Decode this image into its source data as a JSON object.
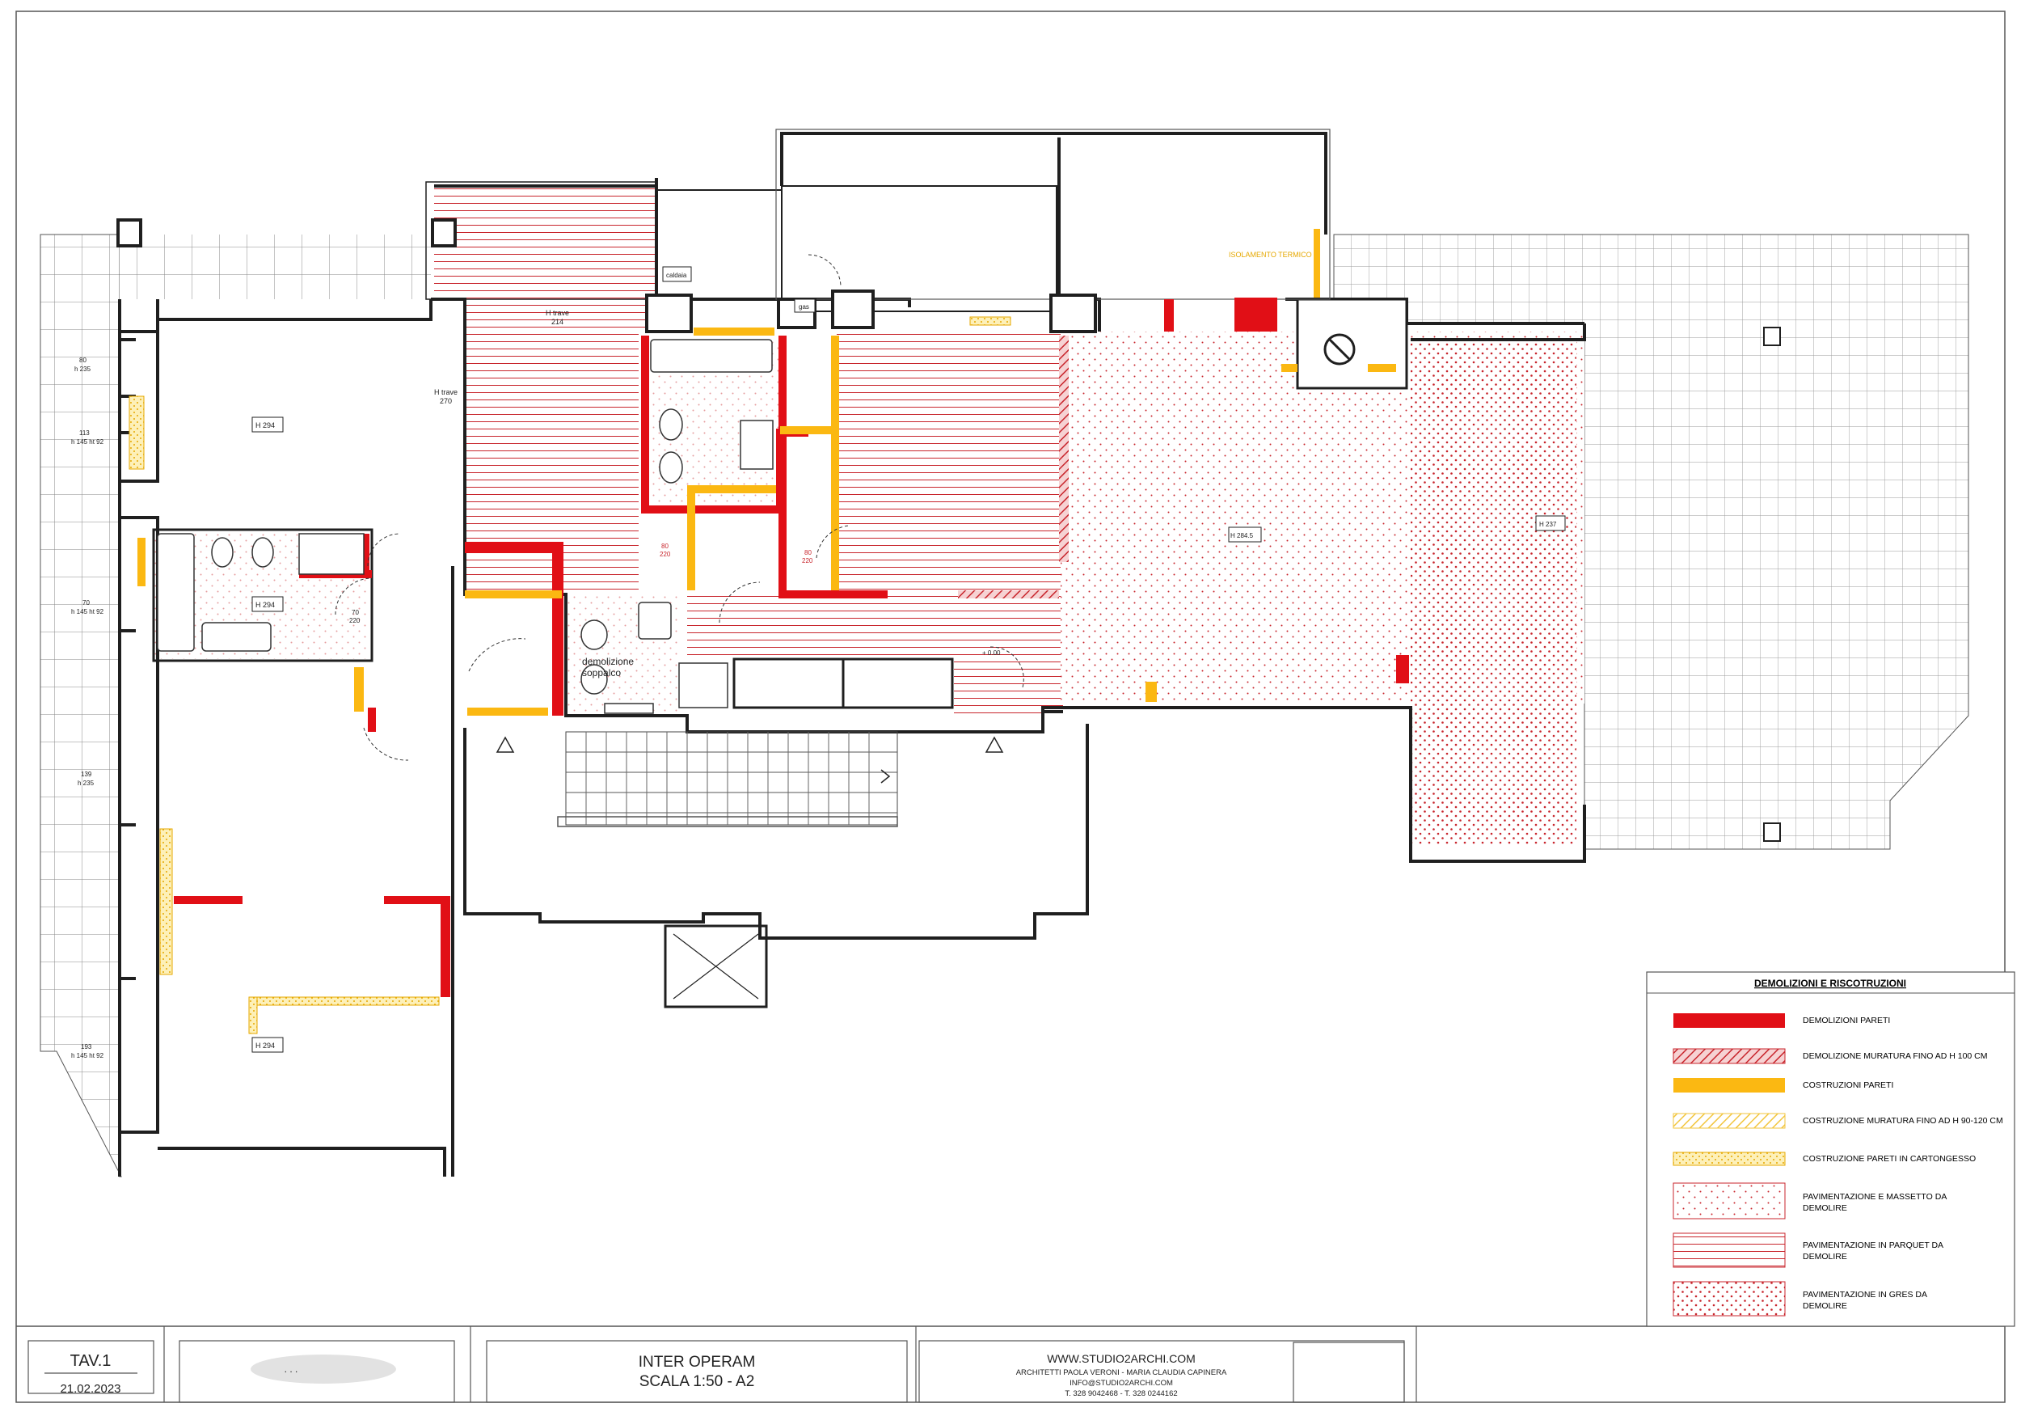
{
  "colors": {
    "demolition": "#e10f16",
    "construction": "#fbb812",
    "wall": "#1f1f1f",
    "pattern_red": "#c8252c"
  },
  "plan": {
    "labels": {
      "caldaia": "caldaia",
      "gas": "gas",
      "isolamento": "ISOLAMENTO TERMICO",
      "h_trave_214": "H trave",
      "h_trave_214_val": "214",
      "h_trave_270": "H trave",
      "h_trave_270_val": "270",
      "h294_a": "H 294",
      "h294_b": "H 294",
      "h294_c": "H 294",
      "h2845": "H 284.5",
      "h237": "H 237",
      "demolizione_1": "demolizione",
      "demolizione_2": "soppalco",
      "quota_zero": "+ 0.00",
      "side_80": "80",
      "side_80_h": "h 235",
      "side_113": "113",
      "side_113_h": "h 145 ht 92",
      "side_70": "70",
      "side_70_h": "h 145 ht 92",
      "side_139": "139",
      "side_139_h": "h 235",
      "side_193": "193",
      "side_193_h": "h 145 ht 92",
      "door_70_220": "70",
      "door_70_220_h": "220",
      "door_80_220": "80",
      "door_80_220_h": "220",
      "door_80b": "80",
      "door_80b_h": "220"
    }
  },
  "legend": {
    "title": "DEMOLIZIONI E RISCOTRUZIONI",
    "items": [
      {
        "line1": "DEMOLIZIONI PARETI",
        "line2": ""
      },
      {
        "line1": "DEMOLIZIONE MURATURA FINO AD H 100 CM",
        "line2": ""
      },
      {
        "line1": "COSTRUZIONI PARETI",
        "line2": ""
      },
      {
        "line1": "COSTRUZIONE MURATURA FINO AD H 90-120 CM",
        "line2": ""
      },
      {
        "line1": "COSTRUZIONE PARETI IN CARTONGESSO",
        "line2": ""
      },
      {
        "line1": "PAVIMENTAZIONE E MASSETTO DA",
        "line2": "DEMOLIRE"
      },
      {
        "line1": "PAVIMENTAZIONE IN PARQUET DA",
        "line2": "DEMOLIRE"
      },
      {
        "line1": "PAVIMENTAZIONE IN GRES DA",
        "line2": "DEMOLIRE"
      }
    ]
  },
  "titleblock": {
    "tav": "TAV.1",
    "date": "21.02.2023",
    "client": ". . .",
    "title_line1": "INTER OPERAM",
    "title_line2": "SCALA 1:50 - A2",
    "studio_web": "WWW.STUDIO2ARCHI.COM",
    "studio_names": "ARCHITETTI PAOLA VERONI - MARIA CLAUDIA CAPINERA",
    "studio_email": "INFO@STUDIO2ARCHI.COM",
    "studio_phones": "T. 328 9042468  -  T. 328 0244162"
  }
}
